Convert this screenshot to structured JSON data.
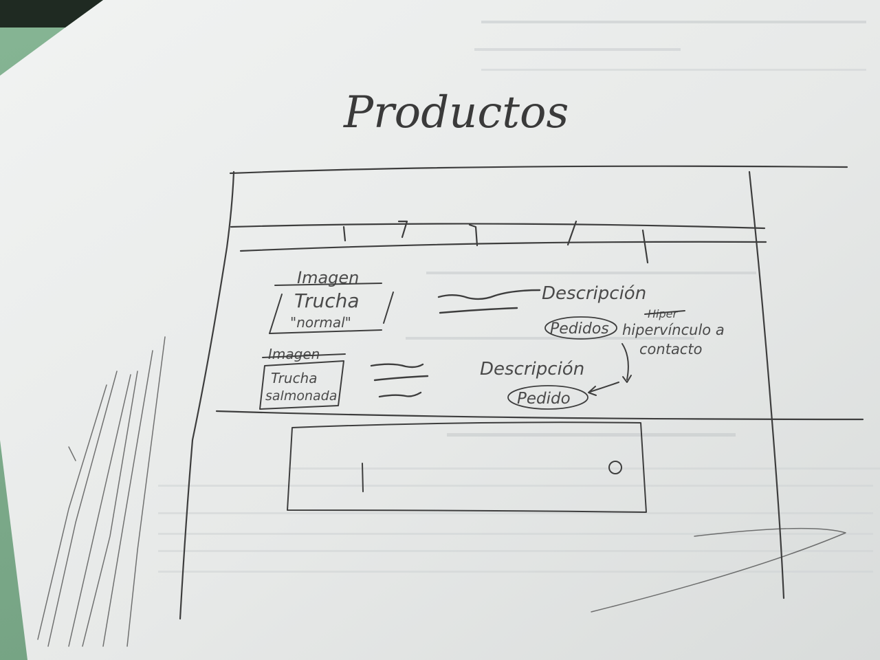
{
  "page_title": "Productos",
  "product_1": {
    "image_label": "Imagen",
    "name_line1": "Trucha",
    "name_line2": "\"normal\"",
    "description_label": "Descripción",
    "order_button": "Pedidos"
  },
  "product_2": {
    "image_label": "Imagen",
    "name_line1": "Trucha",
    "name_line2": "salmonada",
    "description_label": "Descripción",
    "order_button": "Pedido"
  },
  "annotation": {
    "struck_word": "Hiper",
    "line1": "hipervínculo a",
    "line2": "contacto"
  },
  "colors": {
    "paper": "#eceeed",
    "pencil": "#3d3d3d",
    "background": "#7fa889"
  }
}
